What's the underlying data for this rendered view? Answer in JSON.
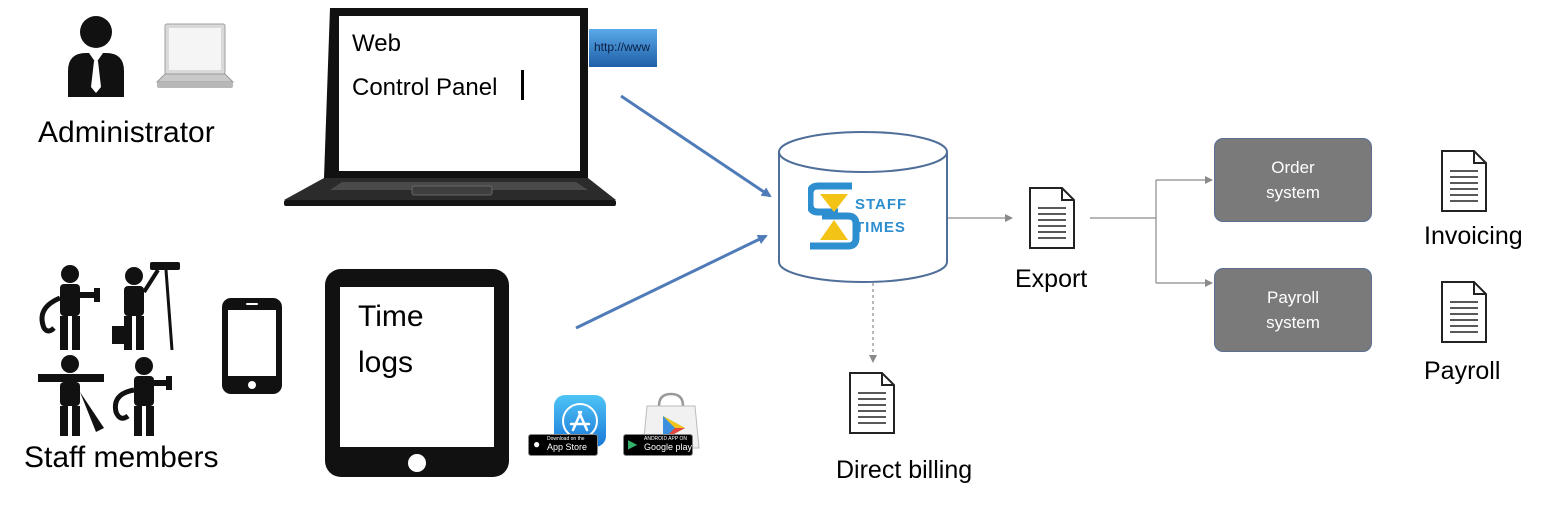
{
  "roles": {
    "administrator": "Administrator",
    "staff": "Staff members"
  },
  "laptop_screen": {
    "line1": "Web",
    "line2": "Control Panel"
  },
  "http_badge": "http://www",
  "tablet_screen": {
    "line1": "Time",
    "line2": "logs"
  },
  "store_badges": {
    "app_store_small": "Download on the",
    "app_store": "App Store",
    "google_play_small": "ANDROID APP ON",
    "google_play": "Google play"
  },
  "database": {
    "logo_line1": "STAFF",
    "logo_line2": "TIMES"
  },
  "outputs": {
    "export": "Export",
    "direct_billing": "Direct billing",
    "invoicing": "Invoicing",
    "payroll": "Payroll"
  },
  "systems": {
    "order_line1": "Order",
    "order_line2": "system",
    "payroll_line1": "Payroll",
    "payroll_line2": "system"
  },
  "colors": {
    "arrow_blue": "#4f7cb8",
    "system_box": "#7a7a7a",
    "logo_blue": "#2e8fd0",
    "logo_yellow": "#f3c316"
  }
}
